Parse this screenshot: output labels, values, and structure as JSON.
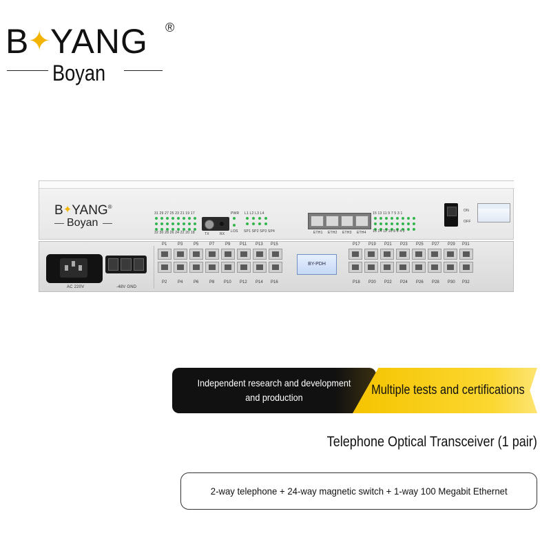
{
  "brand": {
    "logo_left": "B",
    "logo_right": "YANG",
    "registered": "®",
    "sub": "Boyan",
    "accent_color": "#f2b400"
  },
  "device": {
    "logo_left": "B",
    "logo_right": "YANG",
    "registered": "®",
    "logo_sub": "Boyan",
    "led_top_row": "31 29 27 25 23 21 19 17",
    "led_bottom_row": "32 30 28 26 24 22 20 18",
    "led_right_top_row": "15 13 11  9  7  5  3  1",
    "led_right_bottom_row": "16 14 12 10  8  6  4  2",
    "fiber_tx": "TX",
    "fiber_rx": "RX",
    "pwr": "PWR",
    "los": "LOS",
    "link_labels": "L1 L2 L3 L4",
    "sp_labels": "SP1 SP2 SP3 SP4",
    "eth_labels": [
      "ETH1",
      "ETH2",
      "ETH3",
      "ETH4"
    ],
    "switch_on": "ON",
    "switch_off": "OFF",
    "ac_label": "AC 220V",
    "dc_label": "-48V GND",
    "sticker_text": "BY-PDH",
    "left_top_ports": [
      "P1",
      "P3",
      "P5",
      "P7",
      "P9",
      "P11",
      "P13",
      "P15"
    ],
    "left_bottom_ports": [
      "P2",
      "P4",
      "P6",
      "P8",
      "P10",
      "P12",
      "P14",
      "P16"
    ],
    "right_top_ports": [
      "P17",
      "P19",
      "P21",
      "P23",
      "P25",
      "P27",
      "P29",
      "P31"
    ],
    "right_bottom_ports": [
      "P18",
      "P20",
      "P22",
      "P24",
      "P26",
      "P28",
      "P30",
      "P32"
    ]
  },
  "banner": {
    "left_line1": "Independent research and development",
    "left_line2": "and production",
    "right": "Multiple tests and certifications"
  },
  "product_title": "Telephone Optical Transceiver (1 pair)",
  "spec": "2-way telephone + 24-way magnetic switch + 1-way 100 Megabit Ethernet"
}
